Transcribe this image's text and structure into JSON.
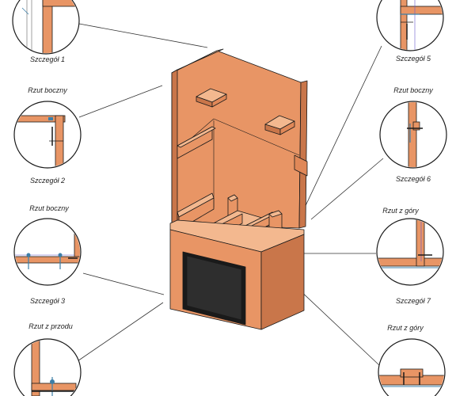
{
  "labels": {
    "detail_1": "Szczegół 1",
    "detail_2": "Szczegół 2",
    "detail_3": "Szczegół 3",
    "detail_5": "Szczegół 5",
    "detail_6": "Szczegół 6",
    "detail_7": "Szczegół 7",
    "view_side_left_top": "Rzut boczny",
    "view_side_left_mid": "Rzut boczny",
    "view_front": "Rzut z przodu",
    "view_side_right": "Rzut boczny",
    "view_top_right_mid": "Rzut z góry",
    "view_top_right_bottom": "Rzut z góry"
  },
  "colors": {
    "wood_front": "#e89565",
    "wood_side": "#c9764a",
    "wood_top": "#f3b88f",
    "wood_dark": "#b3653e",
    "firebox": "#252525",
    "edge": "#1a1a1a",
    "screw": "#3d7fa8"
  }
}
